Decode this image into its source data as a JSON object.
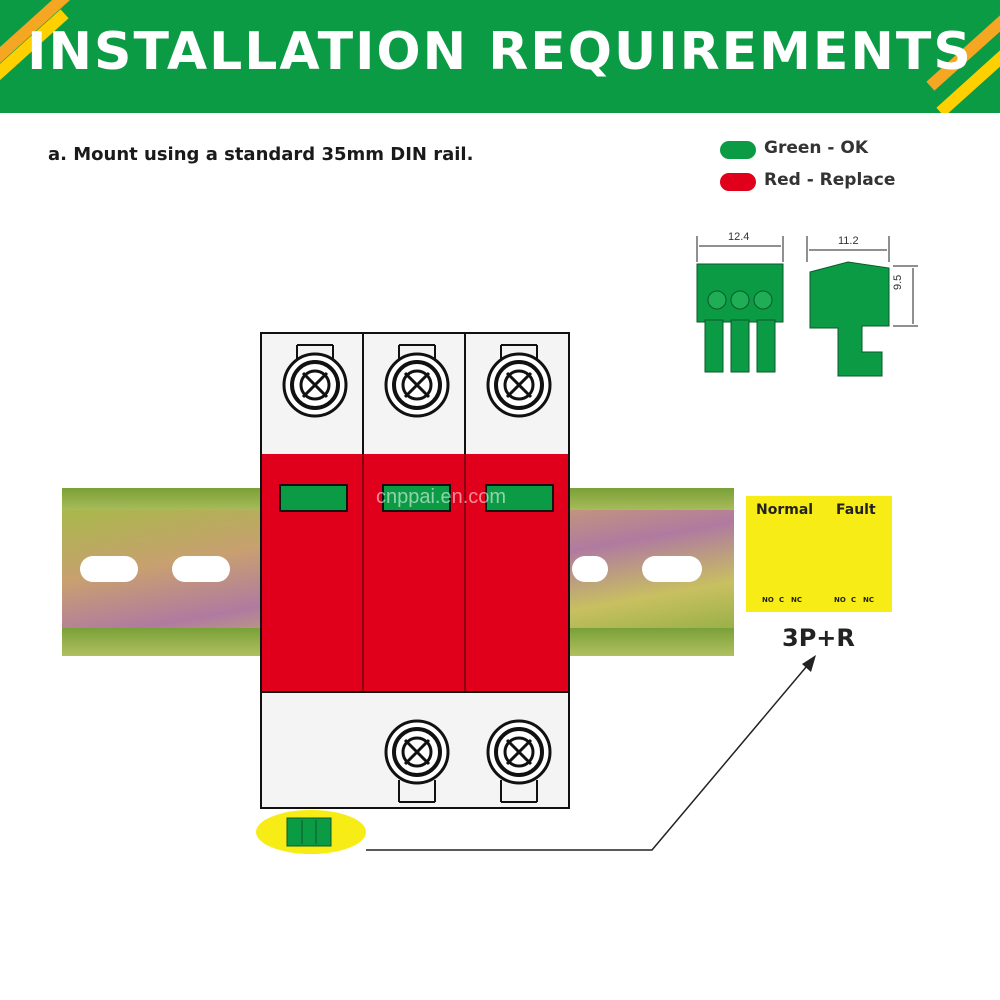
{
  "header": {
    "title": "INSTALLATION REQUIREMENTS"
  },
  "instruction": "a. Mount using a standard 35mm DIN rail.",
  "legend": [
    {
      "label": "Green - OK",
      "color": "#0c9b45"
    },
    {
      "label": "Red - Replace",
      "color": "#e0001b"
    }
  ],
  "connector_dims": {
    "width_front": "12.4",
    "width_side": "11.2",
    "height_side": "9.5"
  },
  "status_panel": {
    "normal_label": "Normal",
    "fault_label": "Fault",
    "pins": [
      "NO",
      "C",
      "NC"
    ]
  },
  "model": "3P+R",
  "watermark": "cnppai.en.com",
  "colors": {
    "banner": "#0c9b45",
    "module_red": "#e0001b",
    "indicator_green": "#0c9b45",
    "panel_yellow": "#f7ec16"
  }
}
